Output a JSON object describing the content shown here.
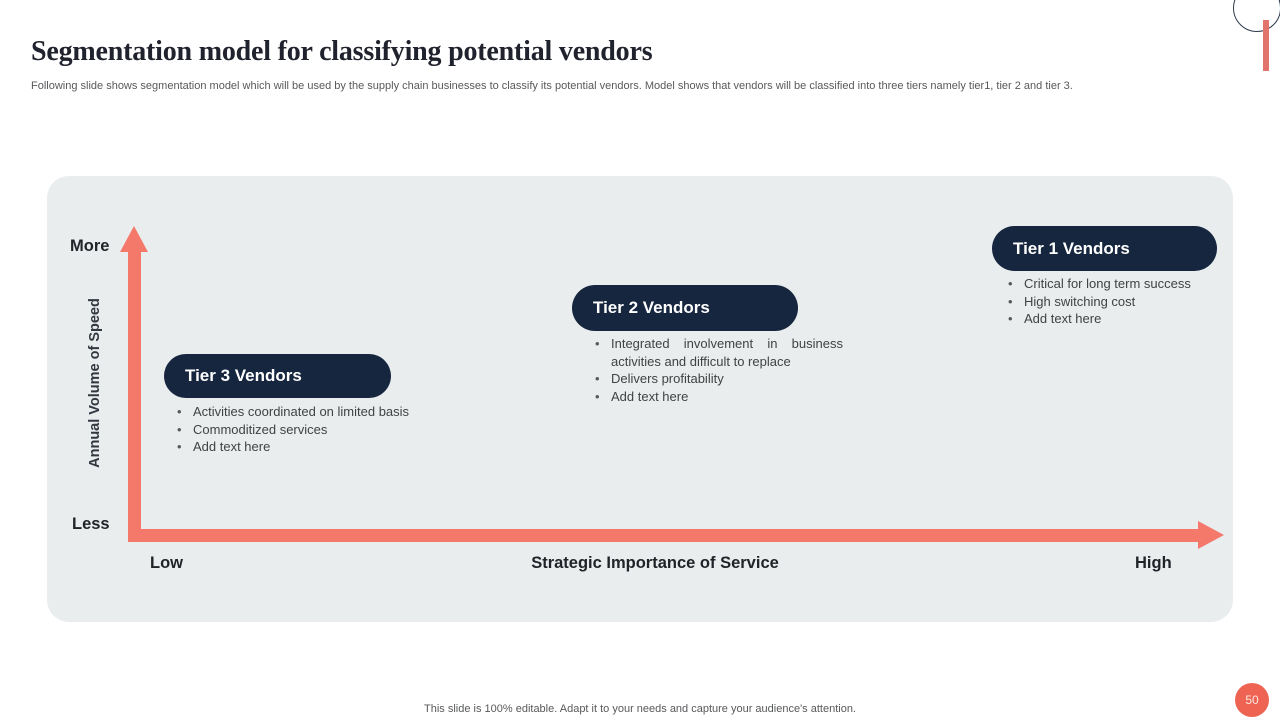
{
  "slide": {
    "title": "Segmentation model for classifying potential vendors",
    "subtitle": "Following slide shows segmentation model which will be used by the supply chain businesses to classify its potential vendors. Model shows that vendors will be classified into three tiers namely tier1, tier 2 and tier 3.",
    "footer_note": "This slide is 100% editable. Adapt it to your needs and capture your audience's attention.",
    "page_number": "50"
  },
  "diagram": {
    "y_axis": {
      "title": "Annual Volume of Speed",
      "top_label": "More",
      "bottom_label": "Less"
    },
    "x_axis": {
      "title": "Strategic Importance of Service",
      "left_label": "Low",
      "right_label": "High"
    },
    "tiers": [
      {
        "name": "Tier 3 Vendors",
        "bullets": [
          "Activities coordinated on limited basis",
          "Commoditized services",
          "Add text here"
        ]
      },
      {
        "name": "Tier 2 Vendors",
        "bullets": [
          "Integrated involvement in business activities and difficult to replace",
          "Delivers profitability",
          "Add text here"
        ]
      },
      {
        "name": "Tier 1 Vendors",
        "bullets": [
          "Critical for long term success",
          "High switching cost",
          "Add text here"
        ]
      }
    ]
  },
  "colors": {
    "accent_coral": "#F4796B",
    "accent_coral_badge": "#EE6352",
    "accent_bar": "#E2746B",
    "pill_navy": "#16263F",
    "panel_background": "#E9EDEE",
    "title_text": "#20232d",
    "body_text": "#424242",
    "muted_text": "#58595b"
  }
}
